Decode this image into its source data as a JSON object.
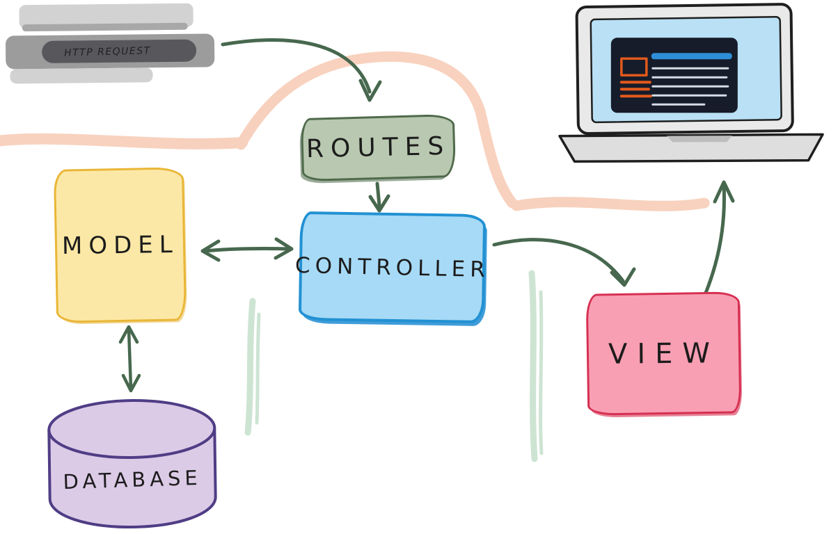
{
  "diagram": {
    "type": "hand-drawn MVC architecture flow diagram",
    "client": {
      "label": "HTTP REQUEST"
    },
    "nodes": {
      "routes": {
        "label": "ROUTES",
        "fill": "#b9c8b0",
        "border": "#4f6a4b"
      },
      "controller": {
        "label": "CONTROLLER",
        "fill": "#a7daf6",
        "border": "#2291d2"
      },
      "model": {
        "label": "MODEL",
        "fill": "#fce8a6",
        "border": "#e9b637"
      },
      "view": {
        "label": "VIEW",
        "fill": "#f99fb3",
        "border": "#d63052"
      },
      "database": {
        "label": "DATABASE",
        "fill": "#dccbe7",
        "border": "#4f3d85"
      }
    },
    "edges": [
      {
        "from": "client-request",
        "to": "routes",
        "arrows": "single"
      },
      {
        "from": "routes",
        "to": "controller",
        "arrows": "single"
      },
      {
        "from": "controller",
        "to": "model",
        "arrows": "double"
      },
      {
        "from": "model",
        "to": "database",
        "arrows": "double"
      },
      {
        "from": "controller",
        "to": "view",
        "arrows": "single"
      },
      {
        "from": "view",
        "to": "client-browser",
        "arrows": "single"
      }
    ],
    "colors": {
      "arrow_green": "#47684e",
      "flow_pink": "#f7cdb8",
      "streak_mint": "#cde4d3",
      "ink": "#1c1c1c",
      "laptop_screen_blue": "#b9e0f5",
      "browser_dark": "#161c2a",
      "browser_accent_orange": "#e2591c",
      "browser_accent_blue": "#2f8fd6",
      "server_gray": "#9c9c9c"
    }
  }
}
